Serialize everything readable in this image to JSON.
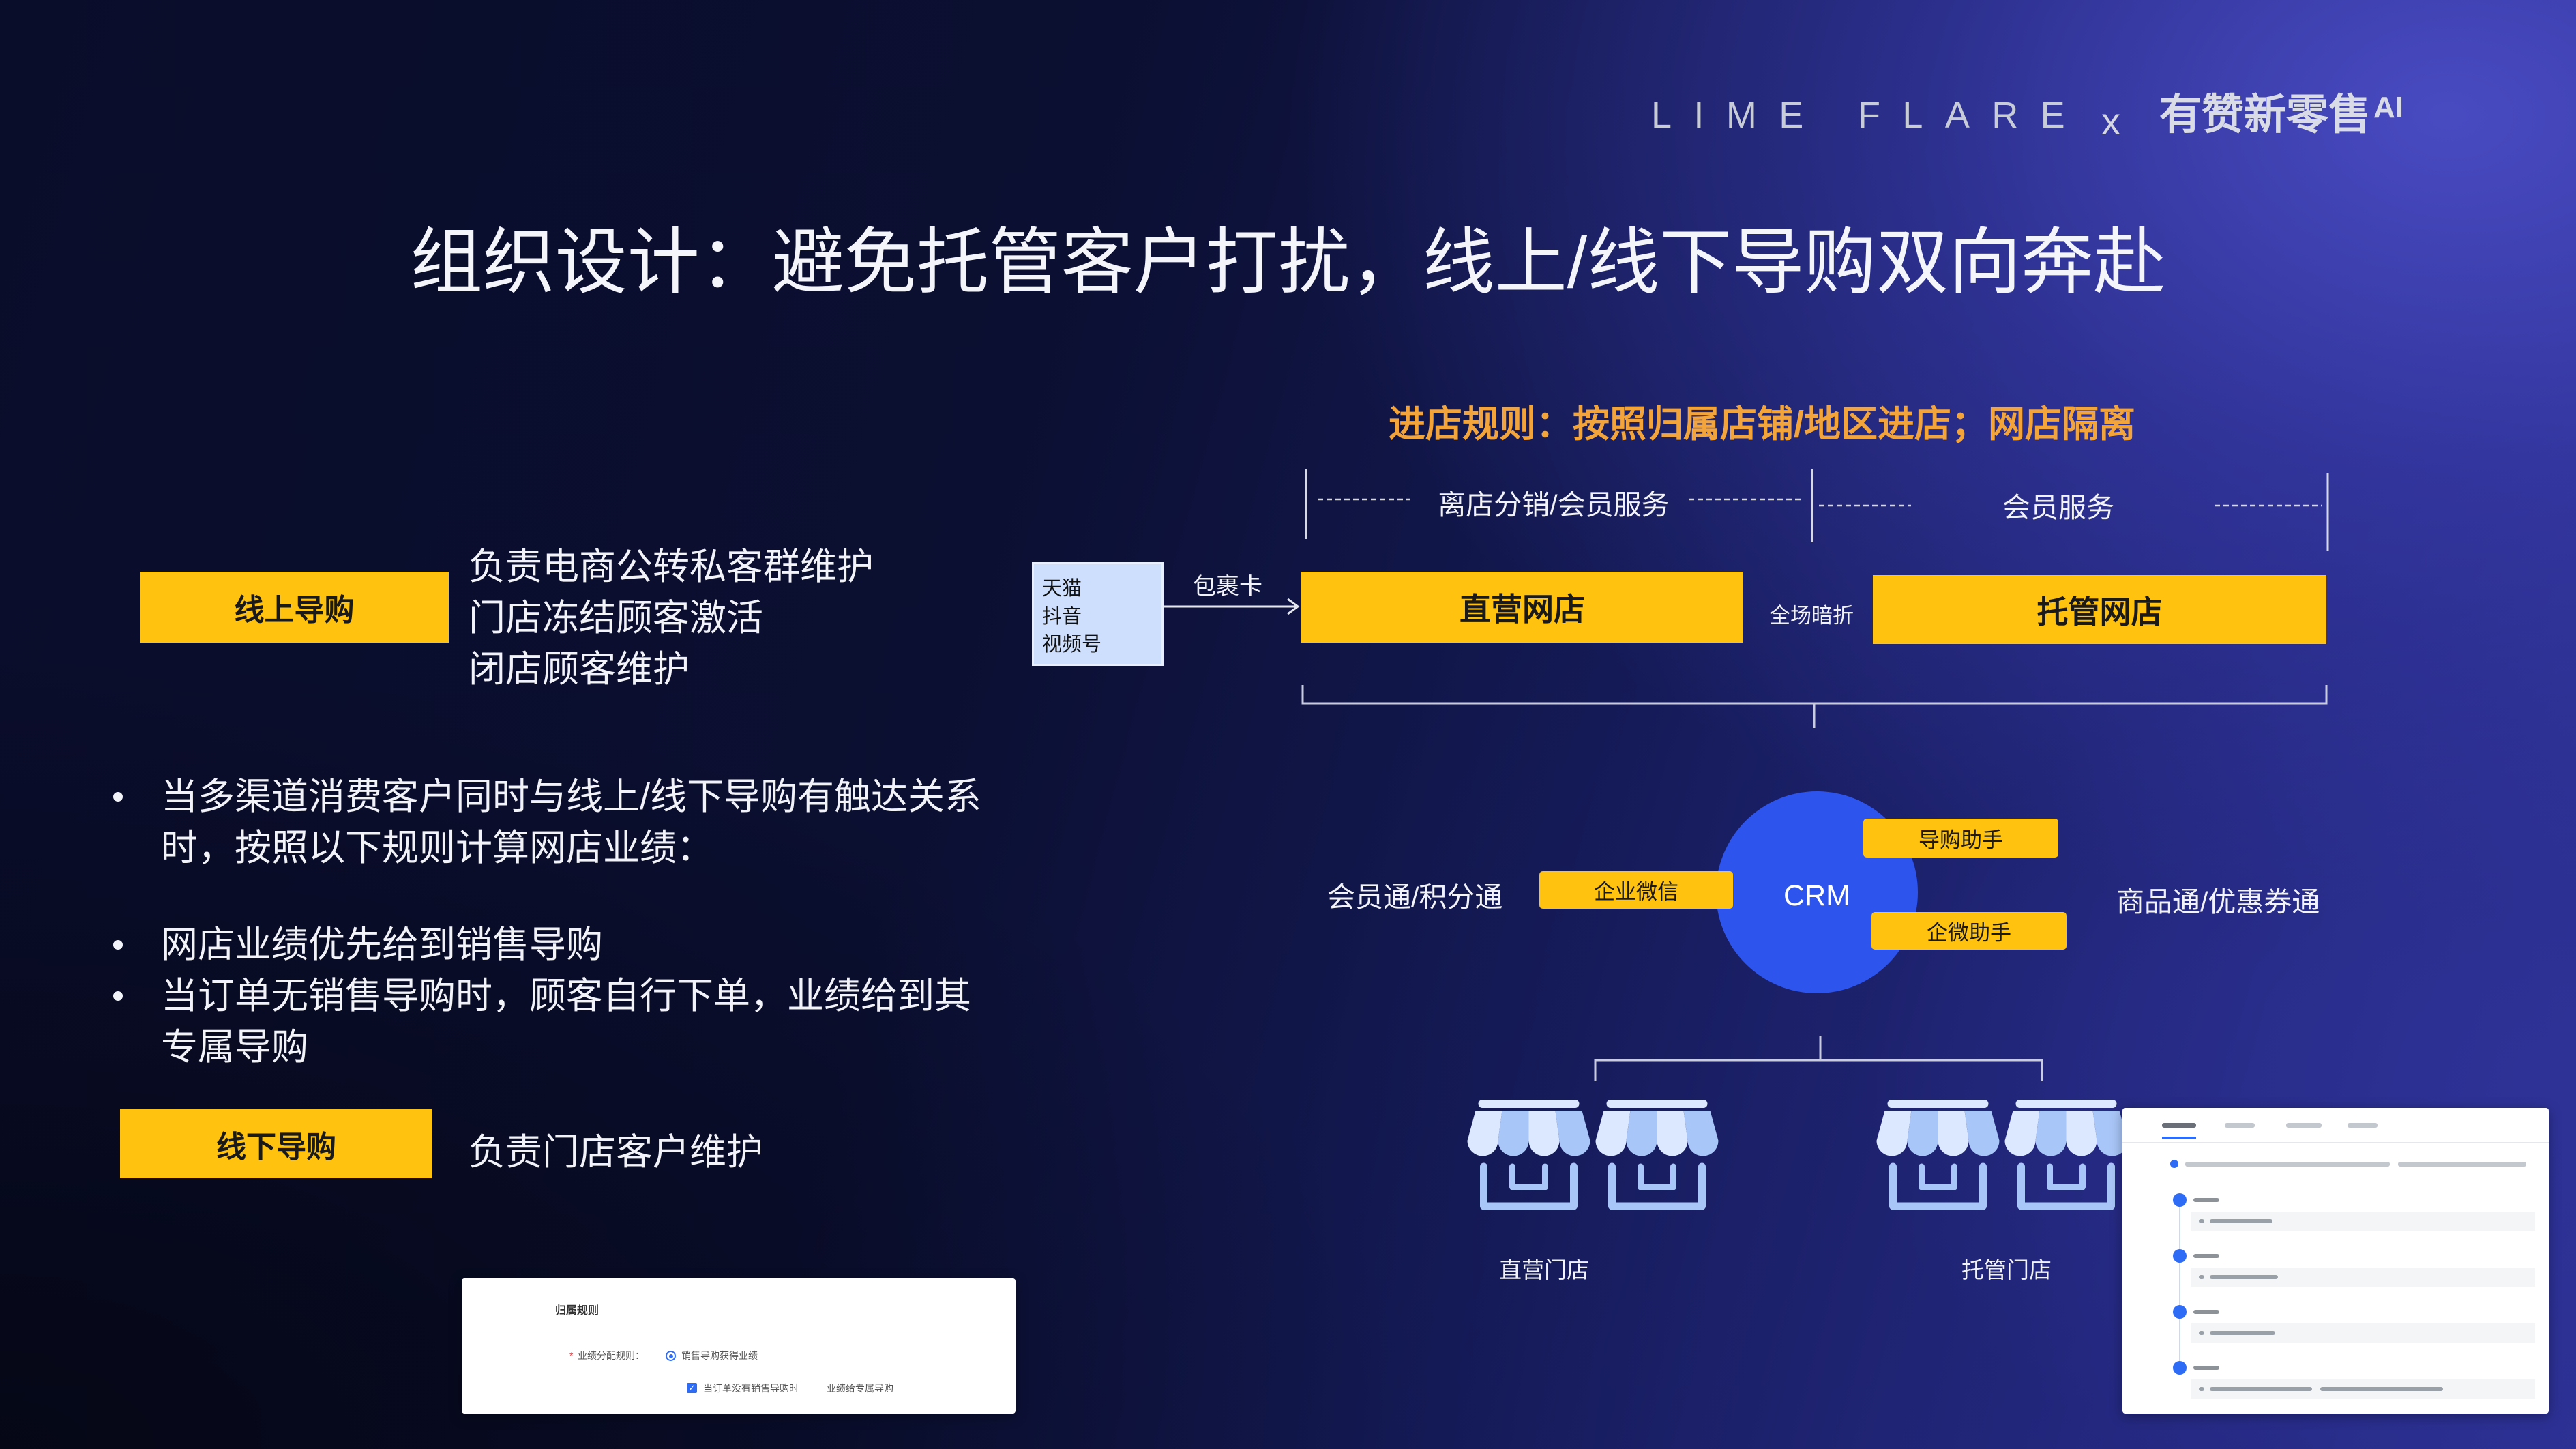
{
  "header": {
    "brand_partner": "LIME FLARE",
    "brand_separator": "x",
    "brand_youzan": "有赞新零售",
    "brand_ai": "AI"
  },
  "title": "组织设计：避免托管客户打扰，线上/线下导购双向奔赴",
  "online_guide": {
    "label": "线上导购",
    "duties": [
      "负责电商公转私客群维护",
      "门店冻结顾客激活",
      "闭店顾客维护"
    ]
  },
  "rules": [
    {
      "lines": [
        "当多渠道消费客户同时与线上/线下导购有触达关系",
        "时，按照以下规则计算网店业绩："
      ]
    },
    {
      "lines": [
        "网店业绩优先给到销售导购"
      ]
    },
    {
      "lines": [
        "当订单无销售导购时，顾客自行下单，业绩给到其",
        "专属导购"
      ]
    }
  ],
  "offline_guide": {
    "label": "线下导购",
    "duties": [
      "负责门店客户维护"
    ]
  },
  "attribution_screenshot": {
    "section_title": "归属规则",
    "required_mark": "*",
    "field_label": "业绩分配规则：",
    "radio_option": "销售导购获得业绩",
    "checkbox_option": "当订单没有销售导购时",
    "checkbox_suffix": "业绩给专属导购"
  },
  "diagram": {
    "entry_rule": "进店规则：按照归属店铺/地区进店；网店隔离",
    "scope_left": "离店分销/会员服务",
    "scope_right": "会员服务",
    "channels": [
      "天猫",
      "抖音",
      "视频号"
    ],
    "channel_link": "包裹卡",
    "direct_online_store": "直营网店",
    "store_link": "全场暗折",
    "managed_online_store": "托管网店",
    "crm": "CRM",
    "crm_left_label": "会员通/积分通",
    "crm_left_tag": "企业微信",
    "crm_right_tags": [
      "导购助手",
      "企微助手"
    ],
    "crm_right_label": "商品通/优惠券通",
    "direct_stores_label": "直营门店",
    "managed_stores_label": "托管门店"
  },
  "colors": {
    "accent_yellow": "#FFC20E",
    "rule_orange": "#F3A43B",
    "crm_blue": "#2E54EE",
    "store_icon": "#A9C6F8"
  },
  "icons": {
    "store": "store-icon",
    "arrow": "arrow-right-icon",
    "radio": "radio-selected-icon",
    "checkbox": "checkbox-checked-icon"
  }
}
